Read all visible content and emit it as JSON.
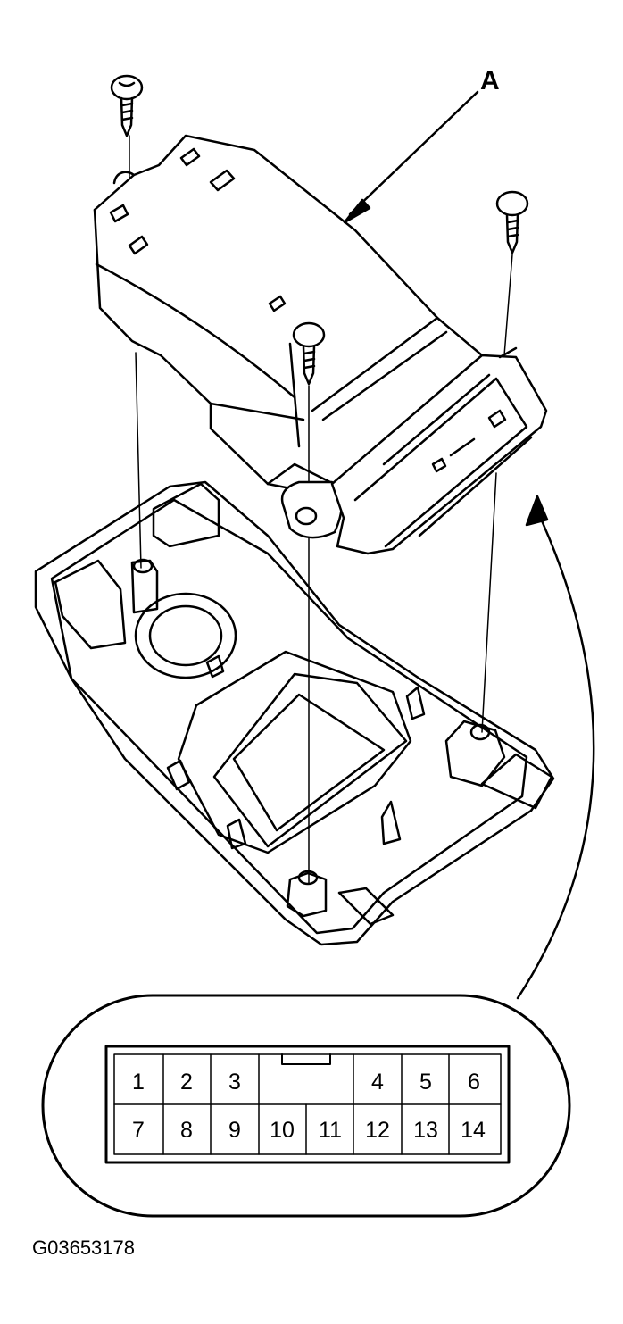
{
  "diagram": {
    "callout_label": "A",
    "figure_code": "G03653178",
    "connector": {
      "top_row": [
        "1",
        "2",
        "3",
        "",
        "4",
        "5",
        "6"
      ],
      "bottom_row": [
        "7",
        "8",
        "9",
        "10",
        "11",
        "12",
        "13",
        "14"
      ]
    }
  }
}
